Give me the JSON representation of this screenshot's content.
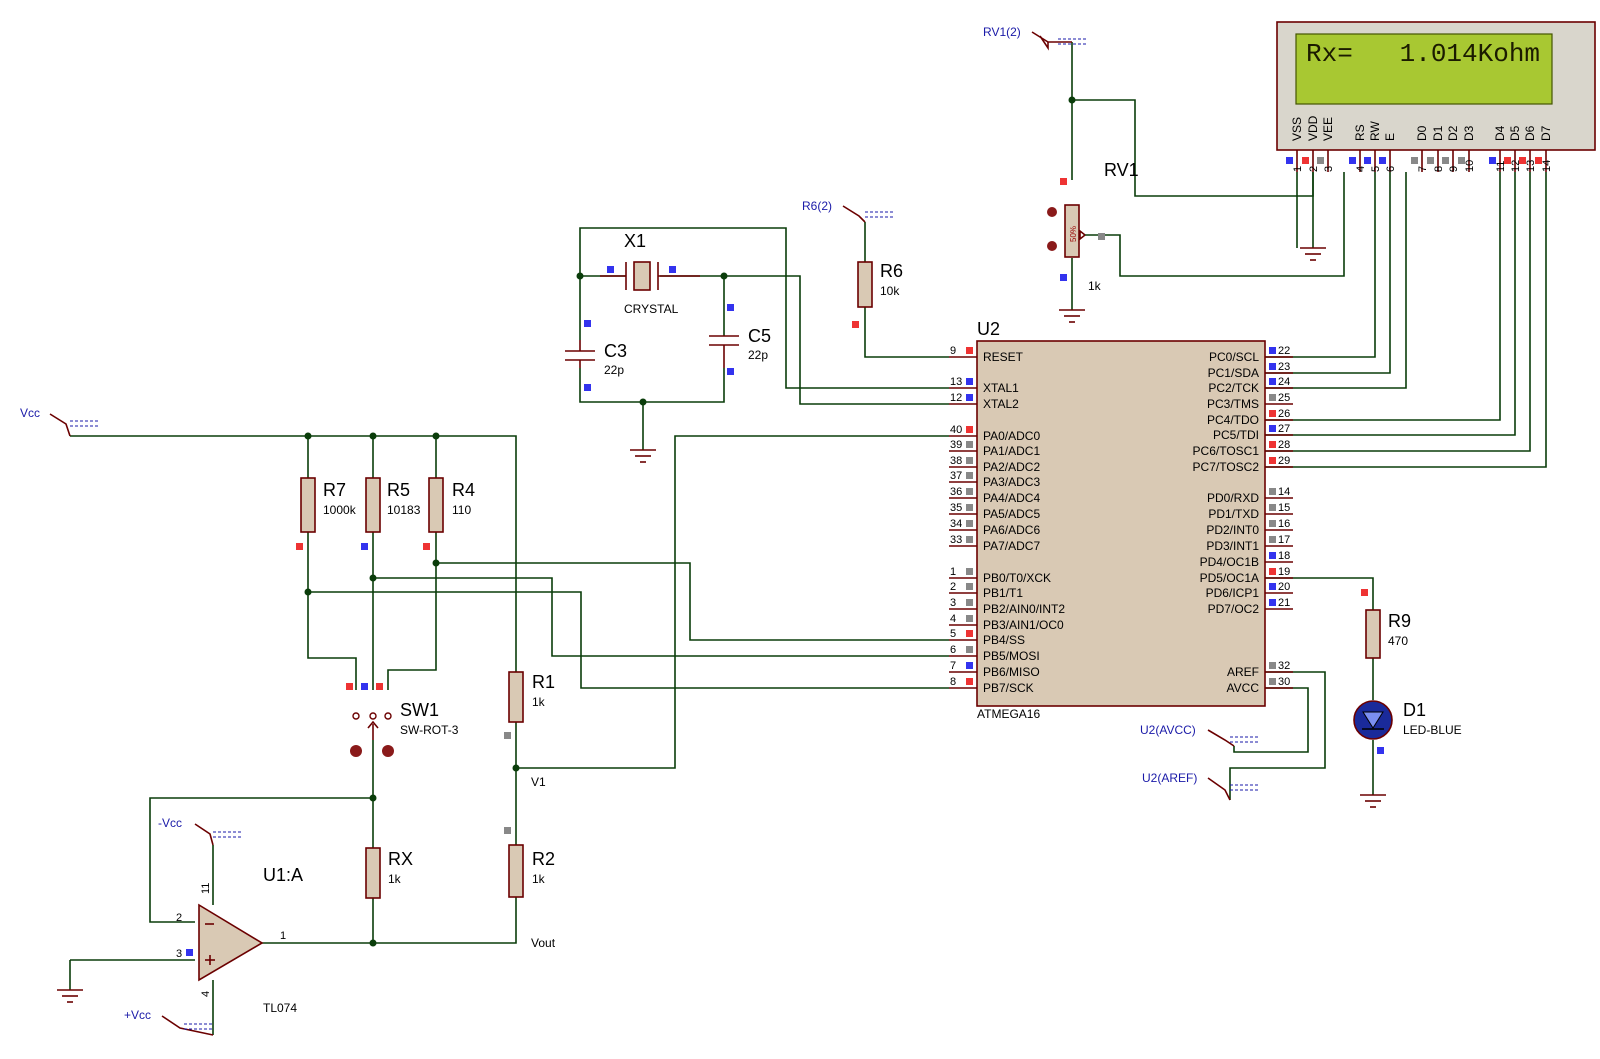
{
  "lcd": {
    "display_line": "Rx=   1.014Kohm",
    "pins": [
      "VSS",
      "VDD",
      "VEE",
      "RS",
      "RW",
      "E",
      "D0",
      "D1",
      "D2",
      "D3",
      "D4",
      "D5",
      "D6",
      "D7"
    ],
    "pin_numbers": [
      "1",
      "2",
      "3",
      "4",
      "5",
      "6",
      "7",
      "8",
      "9",
      "10",
      "11",
      "12",
      "13",
      "14"
    ]
  },
  "terminals": {
    "rv1": "RV1(2)",
    "r6": "R6(2)",
    "vcc": "Vcc",
    "neg_vcc": "-Vcc",
    "pos_vcc": "+Vcc",
    "avcc": "U2(AVCC)",
    "aref": "U2(AREF)"
  },
  "components": {
    "rv1": {
      "ref": "RV1",
      "value": "1k",
      "pos": "50%"
    },
    "x1": {
      "ref": "X1",
      "value": "CRYSTAL"
    },
    "r6": {
      "ref": "R6",
      "value": "10k"
    },
    "c3": {
      "ref": "C3",
      "value": "22p"
    },
    "c5": {
      "ref": "C5",
      "value": "22p"
    },
    "r7": {
      "ref": "R7",
      "value": "1000k"
    },
    "r5": {
      "ref": "R5",
      "value": "10183"
    },
    "r4": {
      "ref": "R4",
      "value": "110"
    },
    "r1": {
      "ref": "R1",
      "value": "1k"
    },
    "r2": {
      "ref": "R2",
      "value": "1k"
    },
    "rx": {
      "ref": "RX",
      "value": "1k"
    },
    "sw1": {
      "ref": "SW1",
      "value": "SW-ROT-3"
    },
    "u1": {
      "ref": "U1:A",
      "value": "TL074",
      "pins": {
        "inv": "2",
        "noninv": "3",
        "out": "1",
        "vneg": "11",
        "vpos": "4"
      }
    },
    "r9": {
      "ref": "R9",
      "value": "470"
    },
    "d1": {
      "ref": "D1",
      "value": "LED-BLUE"
    },
    "u2": {
      "ref": "U2",
      "value": "ATMEGA16"
    }
  },
  "nets": {
    "v1": "V1",
    "vout": "Vout"
  },
  "mcu": {
    "left_pins": [
      {
        "num": "9",
        "name": "RESET"
      },
      {
        "num": "13",
        "name": "XTAL1"
      },
      {
        "num": "12",
        "name": "XTAL2"
      },
      {
        "num": "40",
        "name": "PA0/ADC0"
      },
      {
        "num": "39",
        "name": "PA1/ADC1"
      },
      {
        "num": "38",
        "name": "PA2/ADC2"
      },
      {
        "num": "37",
        "name": "PA3/ADC3"
      },
      {
        "num": "36",
        "name": "PA4/ADC4"
      },
      {
        "num": "35",
        "name": "PA5/ADC5"
      },
      {
        "num": "34",
        "name": "PA6/ADC6"
      },
      {
        "num": "33",
        "name": "PA7/ADC7"
      },
      {
        "num": "1",
        "name": "PB0/T0/XCK"
      },
      {
        "num": "2",
        "name": "PB1/T1"
      },
      {
        "num": "3",
        "name": "PB2/AIN0/INT2"
      },
      {
        "num": "4",
        "name": "PB3/AIN1/OC0"
      },
      {
        "num": "5",
        "name": "PB4/SS"
      },
      {
        "num": "6",
        "name": "PB5/MOSI"
      },
      {
        "num": "7",
        "name": "PB6/MISO"
      },
      {
        "num": "8",
        "name": "PB7/SCK"
      }
    ],
    "right_pins": [
      {
        "num": "22",
        "name": "PC0/SCL"
      },
      {
        "num": "23",
        "name": "PC1/SDA"
      },
      {
        "num": "24",
        "name": "PC2/TCK"
      },
      {
        "num": "25",
        "name": "PC3/TMS"
      },
      {
        "num": "26",
        "name": "PC4/TDO"
      },
      {
        "num": "27",
        "name": "PC5/TDI"
      },
      {
        "num": "28",
        "name": "PC6/TOSC1"
      },
      {
        "num": "29",
        "name": "PC7/TOSC2"
      },
      {
        "num": "14",
        "name": "PD0/RXD"
      },
      {
        "num": "15",
        "name": "PD1/TXD"
      },
      {
        "num": "16",
        "name": "PD2/INT0"
      },
      {
        "num": "17",
        "name": "PD3/INT1"
      },
      {
        "num": "18",
        "name": "PD4/OC1B"
      },
      {
        "num": "19",
        "name": "PD5/OC1A"
      },
      {
        "num": "20",
        "name": "PD6/ICP1"
      },
      {
        "num": "21",
        "name": "PD7/OC2"
      },
      {
        "num": "32",
        "name": "AREF"
      },
      {
        "num": "30",
        "name": "AVCC"
      }
    ]
  },
  "colors": {
    "wire": "#0a3d0a",
    "body": "#d9c9b4",
    "outline": "#6b0000",
    "lcd_bg": "#a8c832",
    "terminal_text": "#1a1aa8"
  }
}
